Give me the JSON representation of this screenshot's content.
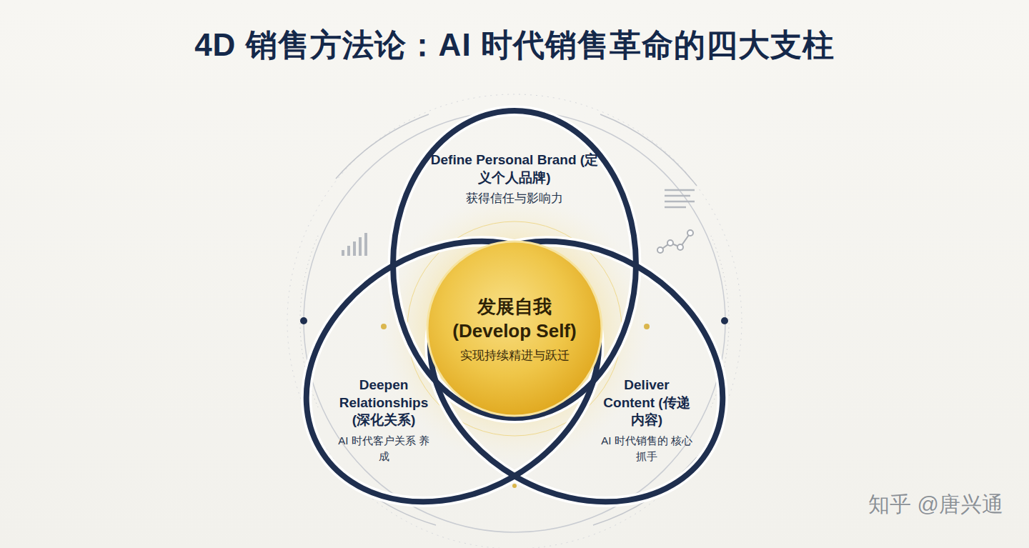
{
  "diagram": {
    "title": "4D 销售方法论：AI 时代销售革命的四大支柱",
    "nodes": [
      {
        "text": [
          "Define Personal Brand (定义个人品牌)",
          "获得信任与影响力"
        ]
      },
      {
        "text": [
          "发展自我 (Develop Self)",
          "实现持续精进与跃迁"
        ]
      },
      {
        "text": [
          "Deepen Relationships (深化关系)",
          "AI 时代客户关系 养成"
        ]
      },
      {
        "text": [
          "Deliver Content (传递内容)",
          "AI 时代销售的 核心抓手"
        ]
      }
    ],
    "labels": [
      "知乎 @唐兴通"
    ]
  }
}
